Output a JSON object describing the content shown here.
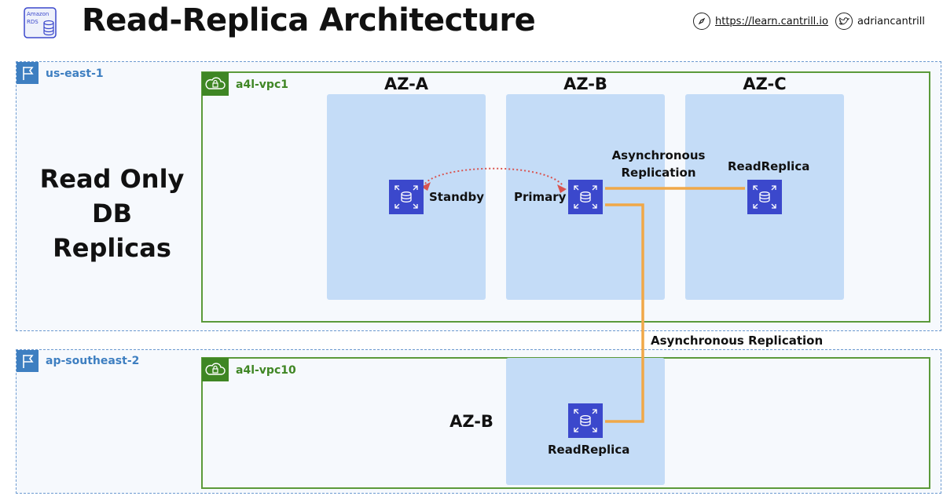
{
  "header": {
    "title": "Read-Replica Architecture",
    "rds_logo_text": [
      "Amazon",
      "RDS"
    ],
    "website": "https://learn.cantrill.io",
    "twitter": "adriancantrill"
  },
  "colors": {
    "region_blue": "#3e7fc1",
    "vpc_green": "#3f8624",
    "az_fill": "#c4dcf7",
    "rds_icon": "#3b48cc",
    "async_line": "#f0a848",
    "sync_line": "#d9534f"
  },
  "caption": {
    "line1": "Read Only",
    "line2": "DB Replicas"
  },
  "regions": [
    {
      "label": "us-east-1",
      "icon": "flag-icon",
      "vpc": {
        "label": "a4l-vpc1",
        "icon": "cloud-lock-icon",
        "azs": [
          "AZ-A",
          "AZ-B",
          "AZ-C"
        ],
        "nodes": {
          "standby": "Standby",
          "primary": "Primary",
          "replica": "ReadReplica"
        }
      }
    },
    {
      "label": "ap-southeast-2",
      "icon": "flag-icon",
      "vpc": {
        "label": "a4l-vpc10",
        "icon": "cloud-lock-icon",
        "az": "AZ-B",
        "nodes": {
          "replica": "ReadReplica"
        }
      }
    }
  ],
  "replication": {
    "intra_region_line1": "Asynchronous",
    "intra_region_line2": "Replication",
    "cross_region": "Asynchronous Replication"
  }
}
